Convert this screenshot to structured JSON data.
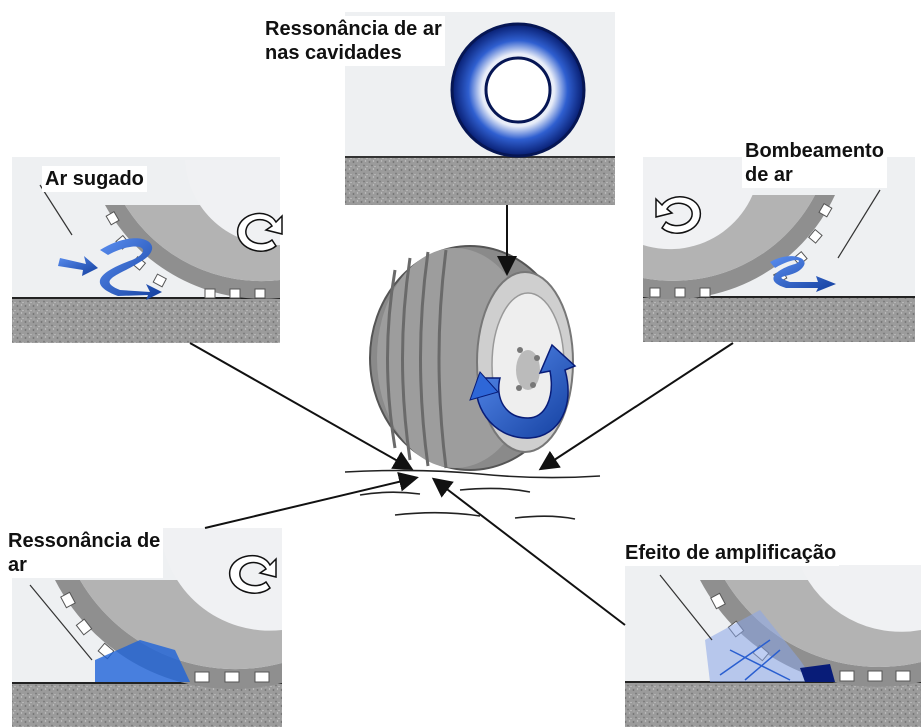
{
  "labels": {
    "center_top": "Ressonância de ar\nnas cavidades",
    "top_left": "Ar sugado",
    "top_right": "Bombeamento\nde ar",
    "bottom_left": "Ressonância de\nar",
    "bottom_right": "Efeito de amplificação"
  },
  "colors": {
    "arrow_blue": "#1a4fb8",
    "ring_blue": "#0a2a8c",
    "road": "#9a9a9a",
    "tire": "#8c8c8c"
  }
}
